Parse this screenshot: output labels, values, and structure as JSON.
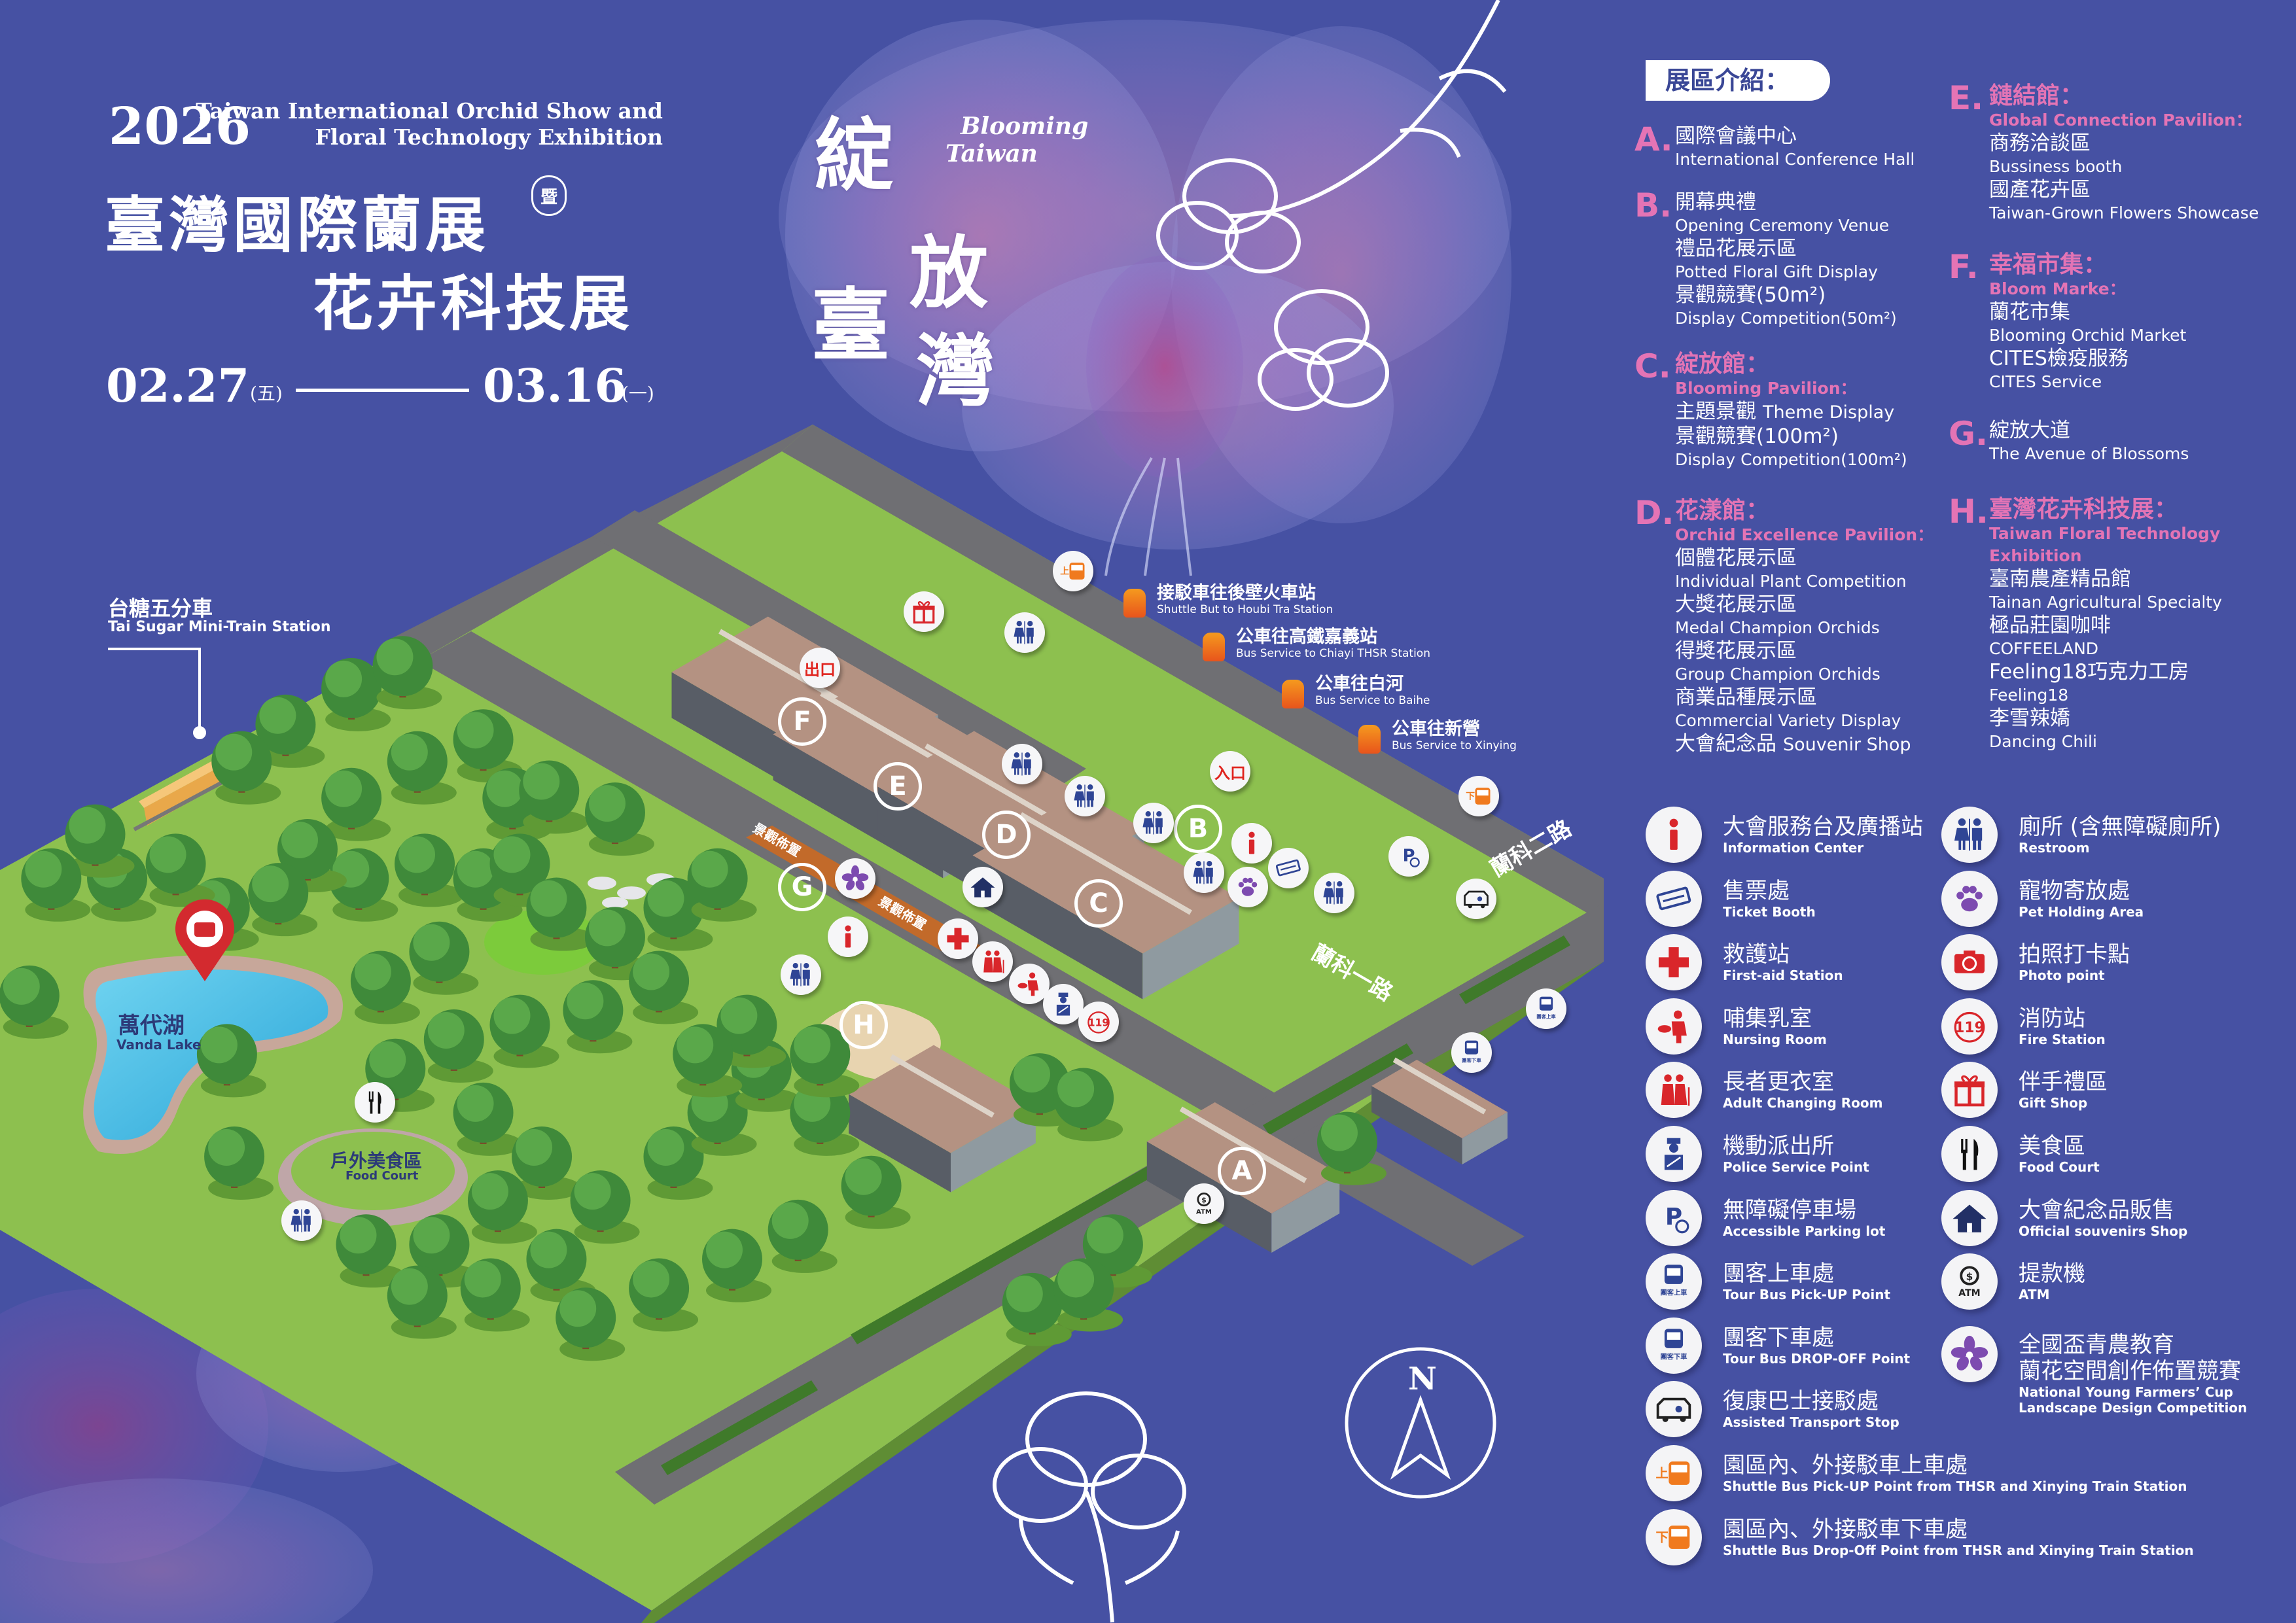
{
  "header": {
    "year": "2026",
    "subtitle_line1": "Taiwan International Orchid Show and",
    "subtitle_line2": "Floral Technology Exhibition",
    "title_line1": "臺灣國際蘭展",
    "title_joiner": "暨",
    "title_line2": "花卉科技展",
    "start_date": "02.27",
    "start_weekday": "(五)",
    "end_date": "03.16",
    "end_weekday": "(一)",
    "slogan_chars": [
      "綻",
      "放",
      "臺",
      "灣"
    ],
    "slogan_en_1": "Blooming",
    "slogan_en_2": "Taiwan"
  },
  "zones_heading": "展區介紹：",
  "zones": [
    {
      "letter": "A.",
      "items": [
        {
          "cn": "國際會議中心",
          "en": "International Conference Hall"
        }
      ]
    },
    {
      "letter": "B.",
      "items": [
        {
          "cn": "開幕典禮",
          "en": "Opening Ceremony Venue"
        },
        {
          "cn": "禮品花展示區",
          "en": "Potted Floral Gift Display"
        },
        {
          "cn": "景觀競賽(50m²)",
          "en": "Display Competition(50m²)"
        }
      ]
    },
    {
      "letter": "C.",
      "heading_cn": "綻放館：",
      "heading_en": "Blooming  Pavilion：",
      "items": [
        {
          "cn": "主題景觀",
          "en_inline": "Theme Display"
        },
        {
          "cn": "景觀競賽(100m²)",
          "en": "Display Competition(100m²)"
        }
      ]
    },
    {
      "letter": "D.",
      "heading_cn": "花漾館：",
      "heading_en": "Orchid Excellence Pavilion：",
      "items": [
        {
          "cn": "個體花展示區",
          "en": "Individual Plant Competition"
        },
        {
          "cn": "大獎花展示區",
          "en": "Medal Champion Orchids"
        },
        {
          "cn": "得獎花展示區",
          "en": "Group Champion Orchids"
        },
        {
          "cn": "商業品種展示區",
          "en": "Commercial Variety Display"
        },
        {
          "cn": "大會紀念品",
          "en_inline": "Souvenir Shop"
        }
      ]
    },
    {
      "letter": "E.",
      "heading_cn": "鏈結館：",
      "heading_en": "Global Connection Pavilion：",
      "items": [
        {
          "cn": "商務洽談區",
          "en": "Bussiness booth"
        },
        {
          "cn": "國產花卉區",
          "en": "Taiwan-Grown Flowers Showcase"
        }
      ]
    },
    {
      "letter": "F.",
      "heading_cn": "幸福市集：",
      "heading_en": "Bloom Marke：",
      "items": [
        {
          "cn": "蘭花市集",
          "en": "Blooming Orchid Market"
        },
        {
          "cn": "CITES檢疫服務",
          "en": "CITES Service"
        }
      ]
    },
    {
      "letter": "G.",
      "items": [
        {
          "cn": "綻放大道",
          "en": "The Avenue of Blossoms"
        }
      ]
    },
    {
      "letter": "H.",
      "heading_cn": "臺灣花卉科技展：",
      "heading_en": "Taiwan Floral Technology Exhibition",
      "items": [
        {
          "cn": "臺南農產精品館",
          "en": "Tainan Agricultural Specialty"
        },
        {
          "cn": "極品莊園咖啡",
          "en": "COFFEELAND"
        },
        {
          "cn": "Feeling18巧克力工房",
          "en": "Feeling18"
        },
        {
          "cn": "李雪辣嬌",
          "en": "Dancing Chili"
        }
      ]
    }
  ],
  "legend_left": [
    {
      "icon": "info",
      "cn": "大會服務台及廣播站",
      "en": "Information Center"
    },
    {
      "icon": "ticket",
      "cn": "售票處",
      "en": "Ticket Booth"
    },
    {
      "icon": "firstaid",
      "cn": "救護站",
      "en": "First-aid Station"
    },
    {
      "icon": "nursing",
      "cn": "哺集乳室",
      "en": "Nursing Room"
    },
    {
      "icon": "elder",
      "cn": "長者更衣室",
      "en": "Adult Changing Room"
    },
    {
      "icon": "police",
      "cn": "機動派出所",
      "en": "Police Service Point"
    },
    {
      "icon": "parking",
      "cn": "無障礙停車場",
      "en": "Accessible Parking lot"
    },
    {
      "icon": "tour_up",
      "cn": "團客上車處",
      "en": "Tour Bus Pick-UP Point"
    },
    {
      "icon": "tour_down",
      "cn": "團客下車處",
      "en": "Tour Bus DROP-OFF Point"
    },
    {
      "icon": "assisted",
      "cn": "復康巴士接駁處",
      "en": "Assisted Transport Stop"
    },
    {
      "icon": "shuttle_up",
      "cn": "園區內、外接駁車上車處",
      "en": "Shuttle Bus Pick-UP Point from THSR and Xinying Train Station"
    },
    {
      "icon": "shuttle_down",
      "cn": "園區內、外接駁車下車處",
      "en": "Shuttle Bus Drop-Off Point from THSR and Xinying Train Station"
    }
  ],
  "legend_right": [
    {
      "icon": "restroom",
      "cn": "廁所 (含無障礙廁所)",
      "en": "Restroom"
    },
    {
      "icon": "pet",
      "cn": "寵物寄放處",
      "en": "Pet Holding Area"
    },
    {
      "icon": "photo",
      "cn": "拍照打卡點",
      "en": "Photo point"
    },
    {
      "icon": "fire",
      "cn": "消防站",
      "en": "Fire Station"
    },
    {
      "icon": "gift",
      "cn": "伴手禮區",
      "en": "Gift Shop"
    },
    {
      "icon": "food",
      "cn": "美食區",
      "en": "Food Court"
    },
    {
      "icon": "souvenir",
      "cn": "大會紀念品販售",
      "en": "Official souvenirs Shop"
    },
    {
      "icon": "atm",
      "cn": "提款機",
      "en": "ATM"
    },
    {
      "icon": "orchid",
      "cn": "全國盃青農教育\n蘭花空間創作佈置競賽",
      "en": "National Young Farmers’ Cup\nLandscape Design Competition"
    }
  ],
  "icon_text": {
    "shuttle_up": "上",
    "shuttle_down": "下",
    "tour_up": "團客上車",
    "tour_down": "團客下車",
    "atm": "ATM",
    "fire": "119"
  },
  "map": {
    "train_cn": "台糖五分車",
    "train_en": "Tai Sugar Mini-Train Station",
    "lake_cn": "萬代湖",
    "lake_en": "Vanda Lake",
    "foodcourt_cn": "戶外美食區",
    "foodcourt_en": "Food Court",
    "road_1": "蘭科一路",
    "road_2": "蘭科二路",
    "landscape": "景觀佈置",
    "entrance": "入口",
    "exit": "出口",
    "zone_letters": [
      "A",
      "B",
      "C",
      "D",
      "E",
      "F",
      "G",
      "H"
    ],
    "bus_stops": [
      {
        "cn": "接駁車往後壁火車站",
        "en": "Shuttle But to Houbi Tra Station"
      },
      {
        "cn": "公車往高鐵嘉義站",
        "en": "Bus Service to Chiayi THSR Station"
      },
      {
        "cn": "公車往白河",
        "en": "Bus Service to Baihe"
      },
      {
        "cn": "公車往新營",
        "en": "Bus Service to Xinying"
      }
    ],
    "compass": "N"
  },
  "colors": {
    "background": "#4651a3",
    "accent_pink": "#e474b5",
    "grass": "#8dc04f",
    "road": "#6f6f73",
    "icon_red": "#d9262b",
    "icon_blue": "#2f4595"
  }
}
